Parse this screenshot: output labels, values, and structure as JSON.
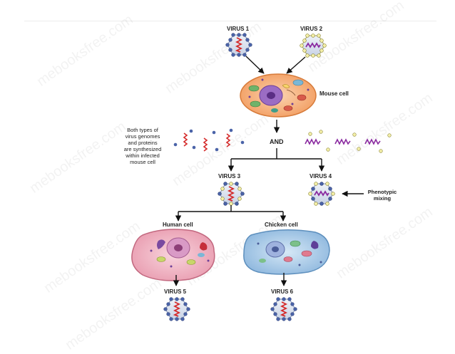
{
  "labels": {
    "virus1": "VIRUS 1",
    "virus2": "VIRUS 2",
    "mouse_cell": "Mouse cell",
    "synthesis_note": "Both types of\nvirus genomes\nand proteins\nare synthesized\nwithin infected\nmouse cell",
    "and": "AND",
    "virus3": "VIRUS 3",
    "virus4": "VIRUS 4",
    "phenotypic_mixing": "Phenotypic\nmixing",
    "human_cell": "Human cell",
    "chicken_cell": "Chicken cell",
    "virus5": "VIRUS 5",
    "virus6": "VIRUS 6"
  },
  "watermark": "mebooksfree.com",
  "colors": {
    "red_genome": "#d42a2a",
    "purple_genome": "#8a2aa0",
    "blue_capsid_dot": "#4a63a8",
    "yellow_capsid_dot": "#d8d27a",
    "mouse_cell_fill": "#f6b27a",
    "human_cell_fill": "#f0b5c4",
    "chicken_cell_fill": "#a9cbe8",
    "nucleus": "#9b6cc4",
    "arrow": "#111111"
  }
}
